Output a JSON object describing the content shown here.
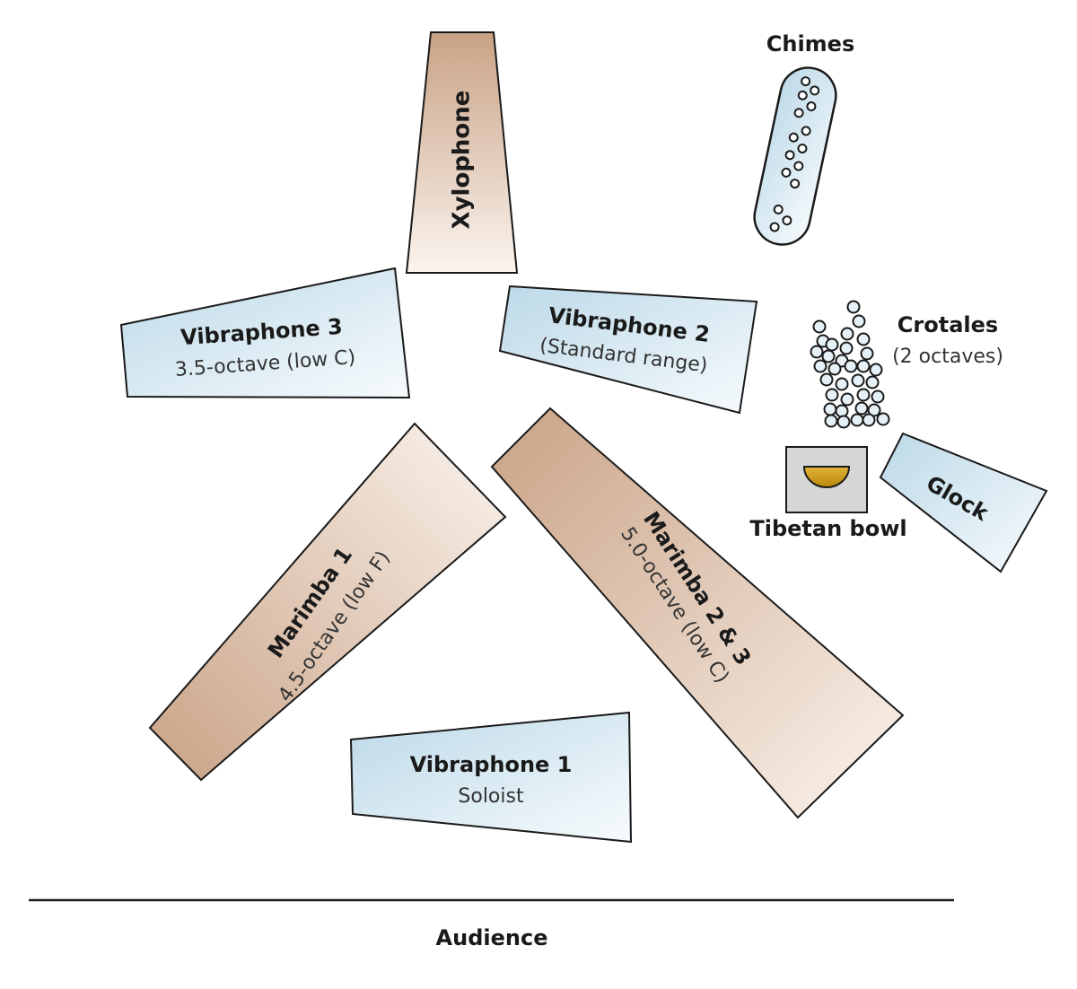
{
  "colors": {
    "wood_dark": "#c9a285",
    "wood_light": "#fbf4ee",
    "metal_dark": "#bcd9e8",
    "metal_light": "#f7fbfd",
    "outline": "#1a1a1a",
    "bowl_box": "#d6d6d6",
    "bowl_gold_dark": "#b8860b",
    "bowl_gold_light": "#e2b43a"
  },
  "instruments": {
    "xylophone": {
      "name": "Xylophone"
    },
    "chimes": {
      "name": "Chimes"
    },
    "vibraphone_3": {
      "name": "Vibraphone 3",
      "detail": "3.5-octave (low C)"
    },
    "vibraphone_2": {
      "name": "Vibraphone 2",
      "detail": "(Standard range)"
    },
    "crotales": {
      "name": "Crotales",
      "detail": "(2 octaves)"
    },
    "glock": {
      "name": "Glock"
    },
    "tibetan_bowl": {
      "name": "Tibetan bowl"
    },
    "marimba_1": {
      "name": "Marimba 1",
      "detail": "4.5-octave (low F)"
    },
    "marimba_2_3": {
      "name": "Marimba 2 & 3",
      "detail": "5.0-octave (low C)"
    },
    "vibraphone_1": {
      "name": "Vibraphone 1",
      "detail": "Soloist"
    }
  },
  "audience": {
    "label": "Audience"
  }
}
